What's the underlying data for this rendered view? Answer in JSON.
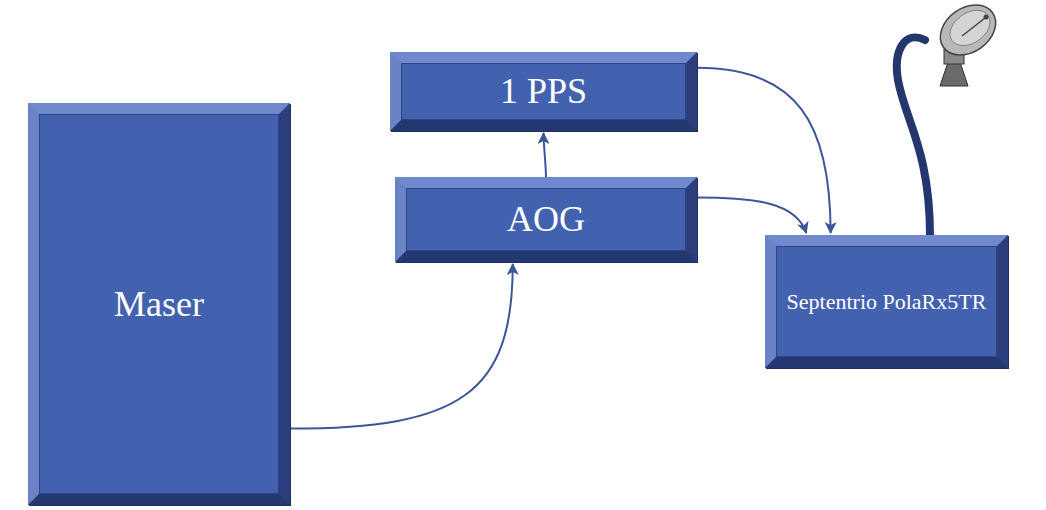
{
  "diagram": {
    "nodes": [
      {
        "text": [
          "Maser"
        ]
      },
      {
        "text": [
          "1 PPS"
        ]
      },
      {
        "text": [
          "AOG"
        ]
      },
      {
        "text": [
          "Septentrio PolaRx5TR"
        ]
      }
    ],
    "edges": [
      {
        "from": 0,
        "to": 2,
        "arrow": "to"
      },
      {
        "from": 2,
        "to": 1,
        "arrow": "to"
      },
      {
        "from": 1,
        "to": 3,
        "arrow": "to"
      },
      {
        "from": 2,
        "to": 3,
        "arrow": "to"
      }
    ]
  }
}
